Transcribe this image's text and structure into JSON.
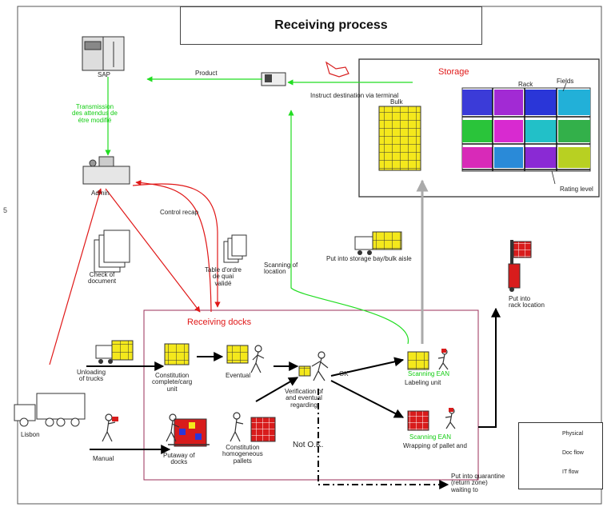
{
  "title": "Receiving process",
  "side_mark": "5",
  "sections": {
    "storage": "Storage",
    "receiving_docks": "Receiving docks"
  },
  "labels": {
    "sap": "SAP",
    "product": "Product",
    "admin": "Admin",
    "control_recap": "Control recap",
    "check_of_document": "Check of\ndocument",
    "bulk": "Bulk",
    "rack": "Rack",
    "unloading": "Unloading\nof trucks",
    "lisbon": "Lisbon",
    "manual": "Manual",
    "bulk_storage": "Put into storage bay/bulk aisle",
    "pick_rack": "Put into\nrack location",
    "storage_ok": "OK",
    "not_ok": "Not O.K.",
    "quarantine": "Put into quarantine\n(return zone)\nwaiting to",
    "constitution_1": "Constitution\ncomplete/carg\nunit",
    "eventual": "Eventual",
    "verification": "Verification of\nand eventual\nregarding",
    "scanning_1": "Scanning EAN",
    "labeling": "Labeling unit",
    "scanning_2": "Scanning EAN",
    "wrapping": "Wrapping of pallet and",
    "putaway_docks": "Putaway of\ndocks",
    "constitution_2": "Constitution\nhomogeneous\npallets",
    "transmission": "Transmission\ndes attendus de\nétre modifié",
    "document_list": "Table d'ordre\nde quai\nvalidé",
    "scan_location": "Scanning of\nlocation",
    "instruct": "Instruct destination via terminal",
    "fields": "Fields",
    "tag": "Rating level"
  },
  "legend": {
    "physical": "Physical",
    "doc_flow": "Doc flow",
    "it_flow": "IT flow"
  },
  "colors": {
    "physical": "#000000",
    "doc_flow": "#e01818",
    "it_flow": "#22dd22",
    "storage_arrow": "#aaaaaa",
    "pallet_yellow": "#f4e81c",
    "pallet_red": "#d81c1c"
  }
}
